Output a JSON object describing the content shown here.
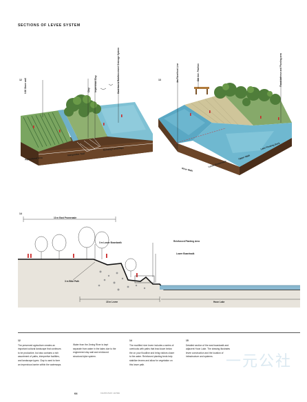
{
  "page": {
    "title": "SECTIONS OF LEVEE SYSTEM",
    "page_number": "64",
    "footer_text": "CHANGSHU LEVEE",
    "watermark": "一元公社"
  },
  "fig12": {
    "number": "12",
    "labels": [
      "0.60 Stone wall",
      "Clay",
      "Impervious Clay",
      "Cast Iron & Reinforcement Drainage System"
    ],
    "ground_labels": [
      "Agricultural Area",
      "Interpretive Trail",
      "Existing Landscape"
    ]
  },
  "fig13": {
    "number": "13",
    "labels": [
      "4m Riverfront Line",
      "Old Ave. Pavilion",
      "Flood defense and Planting area"
    ],
    "ground_labels": [
      "River Walk",
      "Levee Promenade",
      "Upper Walk",
      "Lake Floating Deck"
    ]
  },
  "fig14": {
    "number": "14",
    "top_dim": "10 m East Promenade",
    "labels": {
      "lower_boardwalk_left": "3 m Lower Boardwalk",
      "bike_path": "3 m Bike Path",
      "reinforced": "Reinforced Planting Area",
      "lower_boardwalk_right": "Lower Boardwalk",
      "levee_dim": "15 m Levee",
      "lake": "Hoon Lake"
    }
  },
  "captions": [
    {
      "num": "12",
      "text": "The preserved agriculture creates an important cultural landscape that continues to be productive, but also contains a rich assortment of paths, interpretive facilities, and landscape types. Clay is used to form an impervious barrier within the waterways."
    },
    {
      "num": "",
      "text": "Water from the Jiming River is kept separate from water in the lakes due to the engineered clay wall and reinforced structural dyke system."
    },
    {
      "num": "14",
      "text": "The modified river levee includes a series of overlooks with paths that lead down below the on your floodline and bring visitors closer to the water. Reinforced planting beds help stabilize levees and allow for vegetation on this lower path."
    },
    {
      "num": "15",
      "text": "Detailed section of the east boardwalk and adjacent Hoon Lake. The drawing illustrates levee construction and the location of infrastructure and systems."
    }
  ]
}
